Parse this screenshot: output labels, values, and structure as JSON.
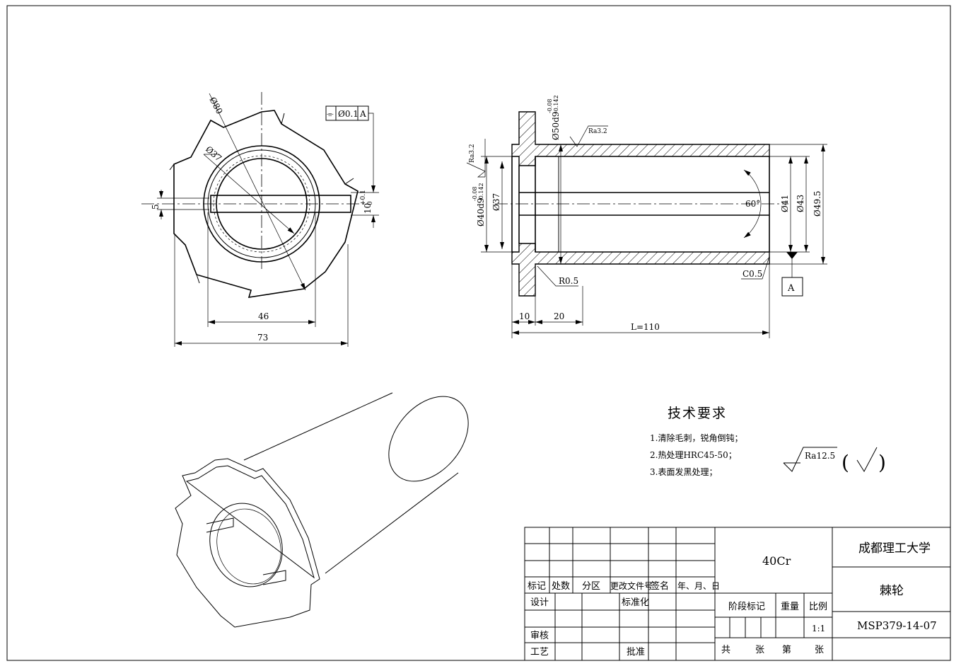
{
  "front_view": {
    "dia_80": "Ø80",
    "dia_37": "Ø37",
    "width_46": "46",
    "width_73": "73",
    "slot_5": "5",
    "slot_10": "10",
    "tol_upper": "+0.1",
    "tol_lower": "0",
    "gdt_symbol": "⌯",
    "gdt_value": "Ø0.1",
    "gdt_datum": "A"
  },
  "section_view": {
    "dia_50": "Ø50d9",
    "dia_50_tol_upper": "-0.08",
    "dia_50_tol_lower": "-0.142",
    "dia_40": "Ø40d9",
    "dia_40_tol_upper": "-0.08",
    "dia_40_tol_lower": "-0.142",
    "dia_37": "Ø37",
    "dia_41": "Ø41",
    "dia_43": "Ø43",
    "dia_49_5": "Ø49.5",
    "angle_60": "60°",
    "rough_top": "Ra3.2",
    "rough_left": "Ra3.2",
    "fillet": "R0.5",
    "chamfer": "C0.5",
    "datum": "A",
    "len_10": "10",
    "len_20": "20",
    "len_total": "L=110"
  },
  "requirements": {
    "title": "技术要求",
    "items": [
      "1.清除毛刺，锐角倒钝；",
      "2.热处理HRC45-50；",
      "3.表面发黑处理；"
    ],
    "rough_general": "Ra12.5",
    "paren_open": "(",
    "paren_close": ")"
  },
  "title_block": {
    "material": "40Cr",
    "school": "成都理工大学",
    "part_name": "棘轮",
    "drawing_no": "MSP379-14-07",
    "scale": "1:1",
    "header": [
      "标记",
      "处数",
      "分区",
      "更改文件号",
      "签名",
      "年、月、日"
    ],
    "design": "设计",
    "standardization": "标准化",
    "review": "审核",
    "process": "工艺",
    "approve": "批准",
    "stage_mark": "阶段标记",
    "weight": "重量",
    "ratio": "比例",
    "total": "共",
    "sheets": "张",
    "number": "第",
    "sheet": "张"
  }
}
